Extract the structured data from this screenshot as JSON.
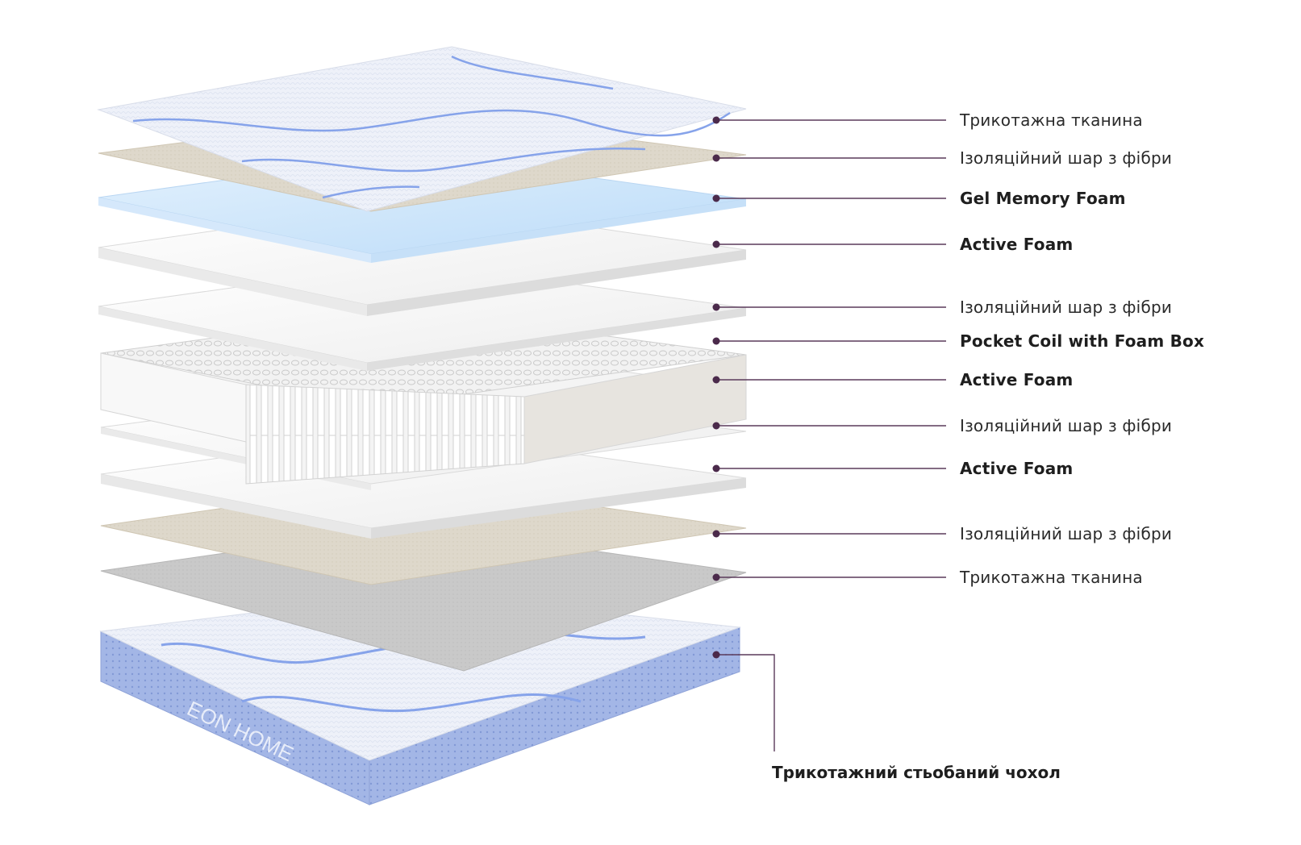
{
  "brand": "EON HOME",
  "colors": {
    "leader_line": "#5a3a5a",
    "leader_dot": "#4b2a4b",
    "fabric_blue_stripe": "#8ea9e6",
    "gel_blue": "#cfe6fb",
    "fiber_beige": "#ddd6c9",
    "fiber_grey": "#c7c7c7",
    "foam_white": "#f6f6f6",
    "cover_side_blue": "#9eb3e6"
  },
  "layers": [
    {
      "id": "knit-top",
      "label": "Трикотажна тканина"
    },
    {
      "id": "fiber-1",
      "label": "Ізоляційний шар з фібри"
    },
    {
      "id": "gel",
      "label": "Gel Memory Foam"
    },
    {
      "id": "active-1",
      "label": "Active Foam"
    },
    {
      "id": "fiber-2",
      "label": "Ізоляційний шар з фібри"
    },
    {
      "id": "pocket",
      "label": "Pocket Coil with Foam Box"
    },
    {
      "id": "active-2",
      "label": "Active Foam"
    },
    {
      "id": "fiber-3",
      "label": "Ізоляційний шар з фібри"
    },
    {
      "id": "active-3",
      "label": "Active Foam"
    },
    {
      "id": "fiber-4",
      "label": "Ізоляційний шар з фібри"
    },
    {
      "id": "knit-bottom",
      "label": "Трикотажна тканина"
    }
  ],
  "cover": {
    "label": "Трикотажний стьобаний чохол"
  }
}
